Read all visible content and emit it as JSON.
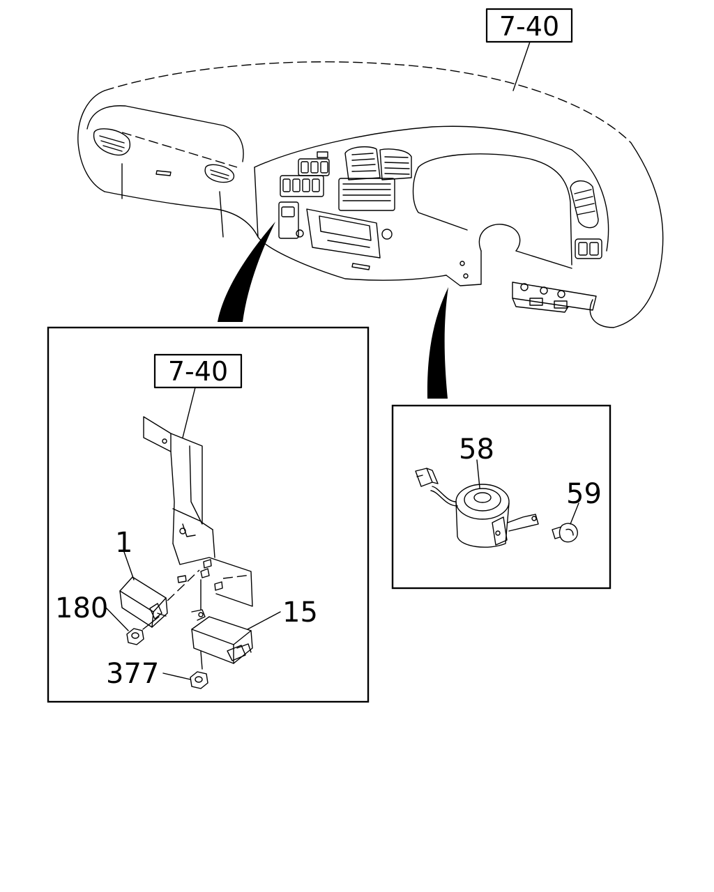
{
  "references": {
    "top": "7-40",
    "inset": "7-40"
  },
  "callouts": {
    "p1": "1",
    "p15": "15",
    "p180": "180",
    "p377": "377",
    "p58": "58",
    "p59": "59"
  }
}
